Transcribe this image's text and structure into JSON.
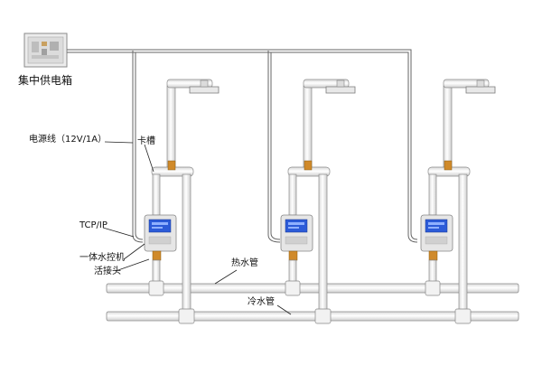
{
  "labels": {
    "power_box": "集中供电箱",
    "power_line": "电源线（12V/1A）",
    "card_slot": "卡槽",
    "tcp_ip": "TCP/IP",
    "controller": "一体水控机",
    "joint": "活接头",
    "hot_pipe": "热水管",
    "cold_pipe": "冷水管"
  },
  "units": [
    {
      "name": "shower-unit-1"
    },
    {
      "name": "shower-unit-2"
    },
    {
      "name": "shower-unit-3"
    }
  ],
  "colors": {
    "pipe_fill": "#f4f4f4",
    "pipe_stroke": "#777777",
    "wire": "#555555",
    "screen": "#2c5bd8",
    "brass": "#d08a2a"
  },
  "icons": {
    "power_box": "power-box-icon",
    "shower_head": "shower-head-icon",
    "controller": "water-controller-icon"
  }
}
